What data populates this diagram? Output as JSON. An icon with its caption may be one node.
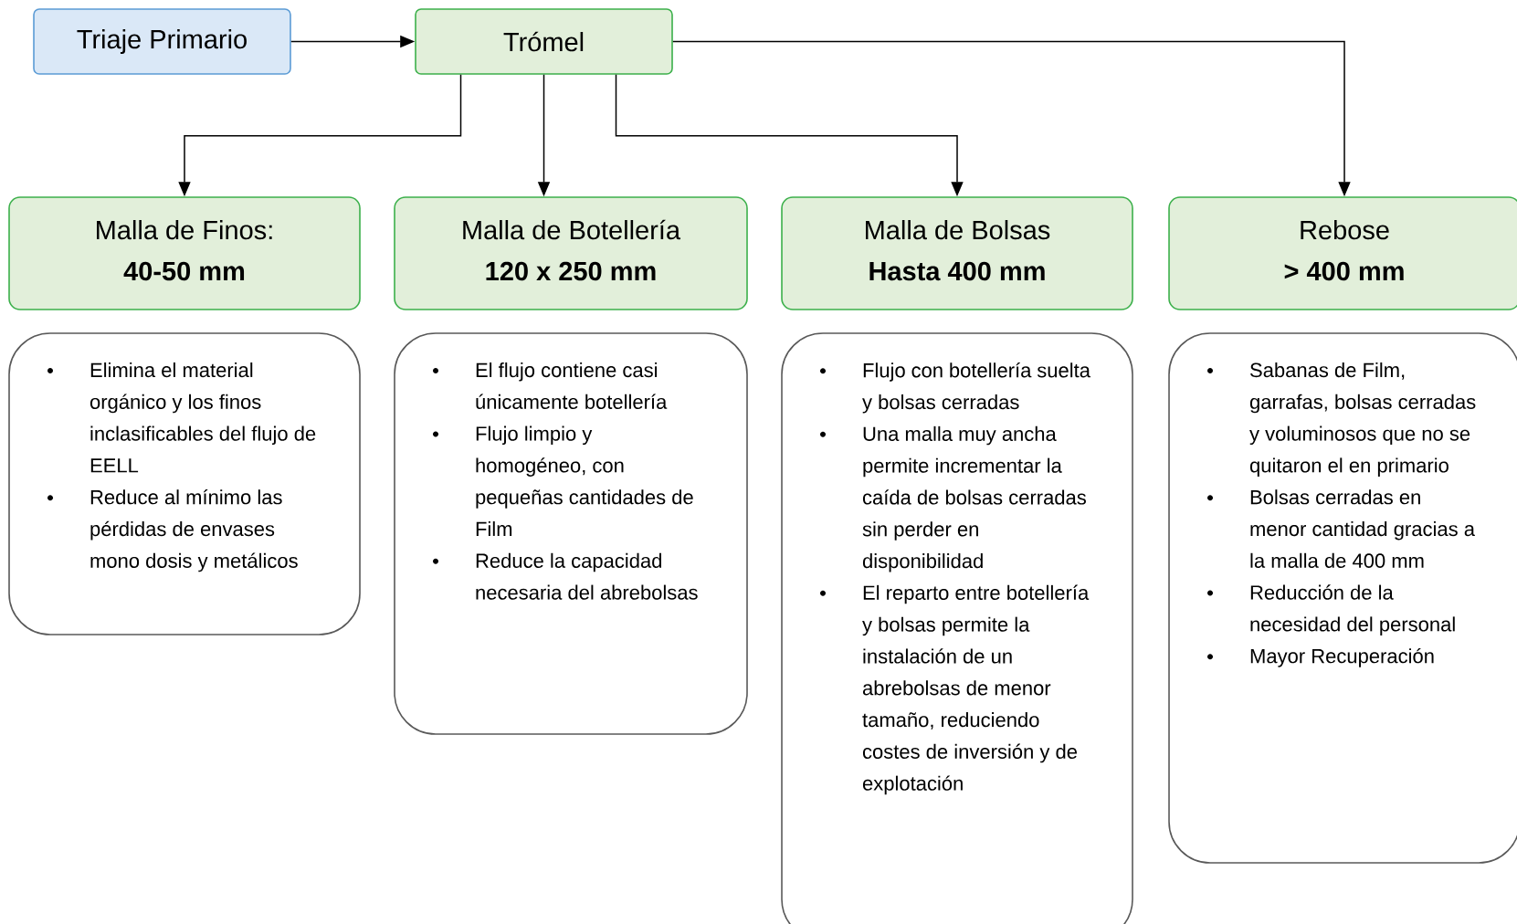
{
  "diagram": {
    "nodes": [
      {
        "text": [
          "Triaje Primario"
        ]
      },
      {
        "text": [
          "Trómel"
        ]
      },
      {
        "text": [
          "Malla de Finos:",
          "40-50 mm"
        ]
      },
      {
        "text": [
          "Malla de Botellería",
          "120 x 250 mm"
        ]
      },
      {
        "text": [
          "Malla de Bolsas",
          "Hasta 400 mm"
        ]
      },
      {
        "text": [
          "Rebose",
          "> 400 mm"
        ]
      },
      {
        "text": [
          "Elimina el material orgánico y los finos inclasificables del flujo de EELL",
          "Reduce al mínimo las pérdidas de envases mono dosis y metálicos"
        ]
      },
      {
        "text": [
          "El flujo contiene casi únicamente botellería",
          "Flujo limpio y homogéneo, con pequeñas cantidades de Film",
          "Reduce la capacidad necesaria del abrebolsas"
        ]
      },
      {
        "text": [
          "Flujo con botellería suelta y bolsas cerradas",
          "Una malla muy ancha permite incrementar la caída de bolsas cerradas sin perder en disponibilidad",
          "El reparto entre botellería y bolsas permite la instalación de un abrebolsas de menor tamaño, reduciendo costes de inversión y de explotación"
        ]
      },
      {
        "text": [
          "Sabanas de Film, garrafas, bolsas cerradas y voluminosos que no se quitaron el en primario",
          "Bolsas cerradas en menor cantidad gracias a la malla de 400 mm",
          "Reducción de la necesidad del personal",
          "Mayor Recuperación"
        ]
      }
    ],
    "edges": [
      {
        "from": 0,
        "to": 1,
        "arrow": "to"
      },
      {
        "from": 1,
        "to": 2,
        "arrow": "to"
      },
      {
        "from": 1,
        "to": 3,
        "arrow": "to"
      },
      {
        "from": 1,
        "to": 4,
        "arrow": "to"
      },
      {
        "from": 1,
        "to": 5,
        "arrow": "to"
      }
    ]
  }
}
